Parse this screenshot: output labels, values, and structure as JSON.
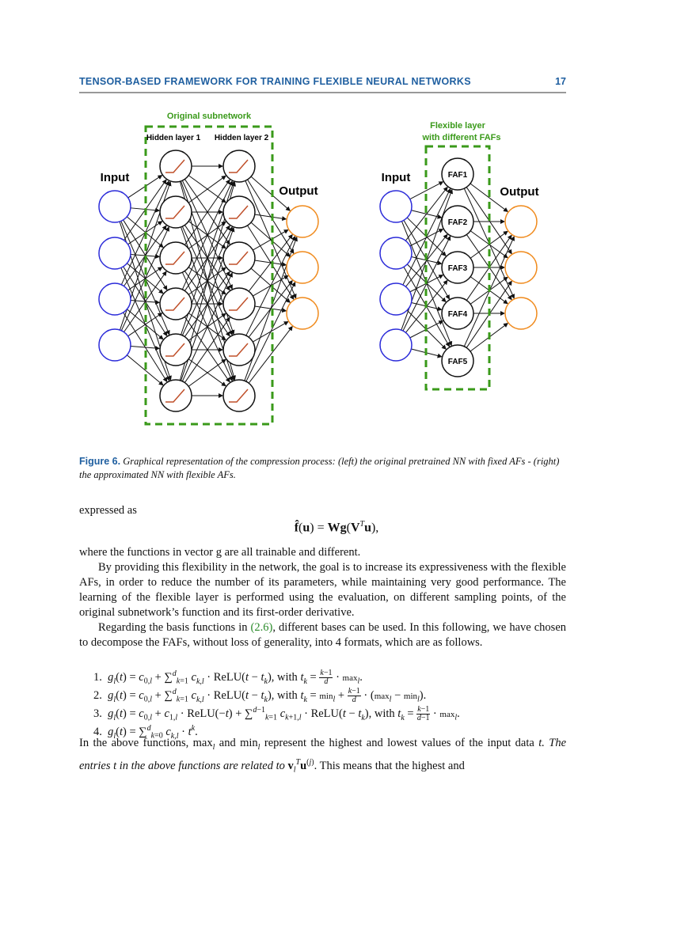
{
  "header": {
    "title": "TENSOR-BASED FRAMEWORK FOR TRAINING FLEXIBLE NEURAL NETWORKS",
    "page": "17"
  },
  "figure": {
    "left_box_label": "Original subnetwork",
    "hidden1": "Hidden layer 1",
    "hidden2": "Hidden layer 2",
    "input_left": "Input",
    "output_left": "Output",
    "right_box_label_1": "Flexible layer",
    "right_box_label_2": "with different FAFs",
    "input_right": "Input",
    "output_right": "Output",
    "faf": [
      "FAF1",
      "FAF2",
      "FAF3",
      "FAF4",
      "FAF5"
    ],
    "colors": {
      "input": "#2b2bd9",
      "output": "#f08a1c",
      "box": "#3a9a1a",
      "relu": "#c0502a"
    }
  },
  "caption": {
    "label": "Figure 6.",
    "text": "Graphical representation of the compression process: (left) the original pretrained NN with fixed AFs - (right) the approximated NN with flexible AFs."
  },
  "text": {
    "expressed": "expressed as",
    "where": "where the functions in vector g are all trainable and different.",
    "para1": "By providing this flexibility in the network, the goal is to increase its expressiveness with the flexible AFs, in order to reduce the number of its parameters, while maintaining very good performance. The learning of the flexible layer is performed using the evaluation, on different sampling points, of the original subnetwork’s function and its first-order derivative.",
    "para2_a": "Regarding the basis functions in",
    "para2_cite": "(2.6)",
    "para2_b": ", different bases can be used. In this following, we have chosen to decompose the FAFs, without loss of generality, into 4 formats, which are as follows.",
    "after_a": "In the above functions, max",
    "after_b": "and min",
    "after_c": "represent the highest and lowest values of the input data",
    "after_d": "t. The entries t in the above functions are related to",
    "after_e": ". This means that the highest and"
  }
}
